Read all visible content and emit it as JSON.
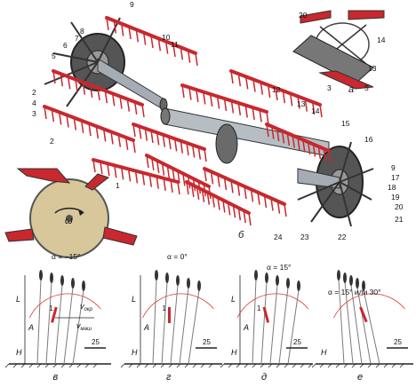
{
  "main_view": {
    "callouts": [
      "1",
      "2",
      "3",
      "4",
      "5",
      "6",
      "7",
      "8",
      "9",
      "10",
      "11",
      "12",
      "13",
      "14",
      "15",
      "16",
      "17",
      "18",
      "19",
      "20",
      "21",
      "22",
      "23",
      "24"
    ],
    "section_label": "б"
  },
  "inset_a": {
    "section_label": "а",
    "callouts": [
      "20",
      "14",
      "13",
      "3",
      "5"
    ]
  },
  "rotation_symbol": "ω",
  "panels": [
    {
      "id": "v",
      "section_label": "в",
      "angle_label": "α = −15°",
      "label_L": "L",
      "label_A": "A",
      "label_H": "H",
      "height_value": "25",
      "label_v_okr": "v",
      "label_v_okr_sub": "окр",
      "label_v_mash": "v",
      "label_v_mash_sub": "маш",
      "marker": "1"
    },
    {
      "id": "g",
      "section_label": "г",
      "angle_label": "α = 0°",
      "label_L": "L",
      "label_A": "A",
      "label_H": "H",
      "height_value": "25",
      "marker": "1"
    },
    {
      "id": "d",
      "section_label": "д",
      "angle_label": "α = 15°",
      "label_L": "L",
      "label_A": "A",
      "label_H": "H",
      "height_value": "25",
      "marker": "1"
    },
    {
      "id": "e",
      "section_label": "е",
      "angle_label": "α = 15° или 30°",
      "label_H": "H",
      "height_value": "25"
    }
  ],
  "colors": {
    "frame": "#c8282e",
    "metal": "#9aa3aa",
    "dark": "#2a2a2a",
    "disc": "#d7c79a",
    "stalk": "#7a7a7a"
  }
}
